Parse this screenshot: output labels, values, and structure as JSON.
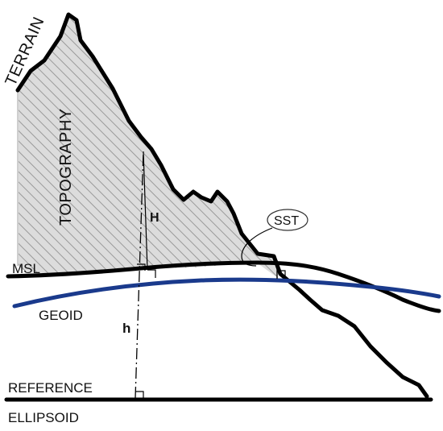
{
  "diagram": {
    "labels": {
      "terrain": "TERRAIN",
      "topography": "TOPOGRAPHY",
      "msl": "MSL",
      "geoid": "GEOID",
      "reference": "REFERENCE",
      "ellipsoid": "ELLIPSOID",
      "sst": "SST",
      "orthometric_height": "H",
      "ellipsoidal_height": "h"
    },
    "colors": {
      "terrain_line": "#000000",
      "msl_line": "#000000",
      "geoid_line": "#1a3a8c",
      "ellipsoid_line": "#000000",
      "hatch_fill": "#d9d9d9",
      "hatch_stroke": "#9a9a9a"
    }
  }
}
